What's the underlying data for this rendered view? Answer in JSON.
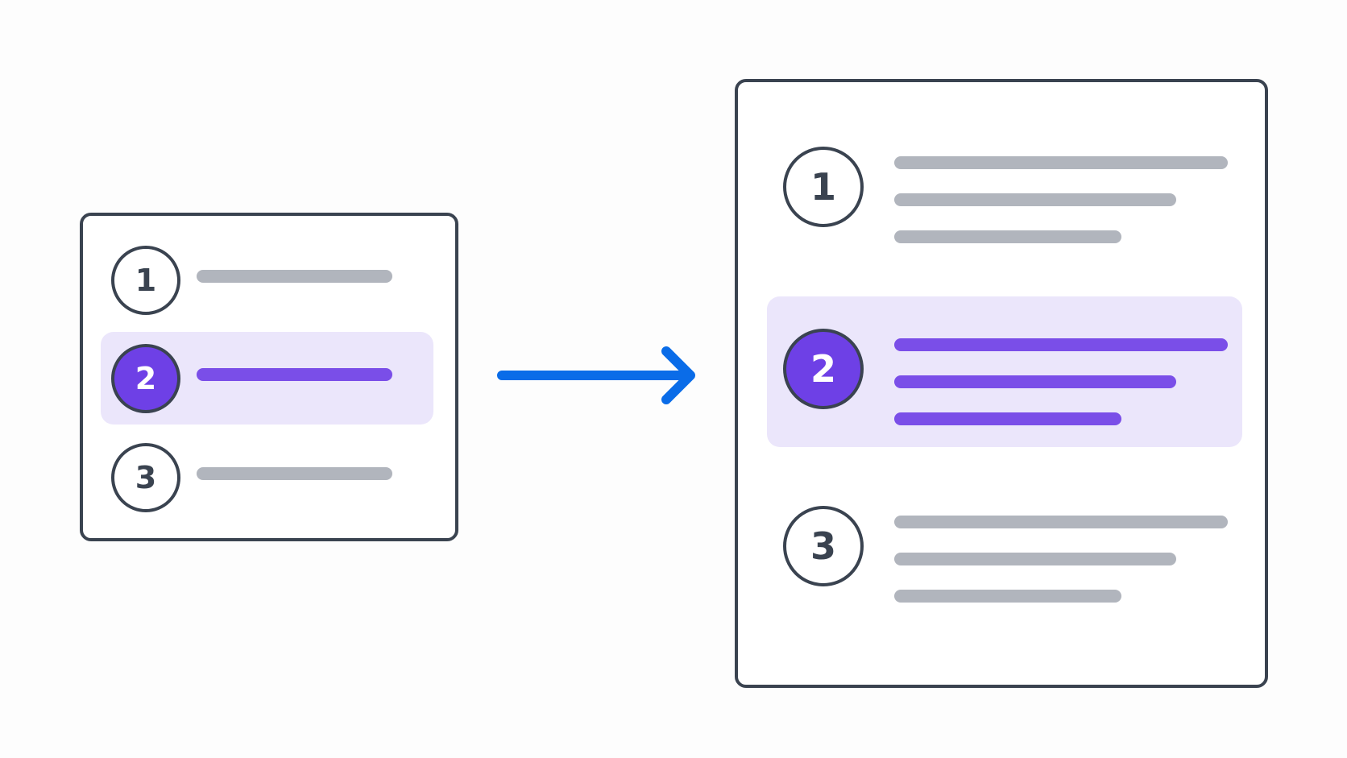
{
  "colors": {
    "frame": "#3a4350",
    "muted_line": "#b1b5bd",
    "accent": "#7a4ee8",
    "accent_badge": "#6e40e6",
    "accent_tint": "#ebe6fb",
    "arrow": "#0a6ce8"
  },
  "compact": {
    "steps": [
      {
        "number": "1",
        "active": false,
        "lines": 1
      },
      {
        "number": "2",
        "active": true,
        "lines": 1
      },
      {
        "number": "3",
        "active": false,
        "lines": 1
      }
    ]
  },
  "expanded": {
    "steps": [
      {
        "number": "1",
        "active": false,
        "lines": 3
      },
      {
        "number": "2",
        "active": true,
        "lines": 3
      },
      {
        "number": "3",
        "active": false,
        "lines": 3
      }
    ]
  },
  "connector": {
    "icon": "arrow-right-icon"
  }
}
